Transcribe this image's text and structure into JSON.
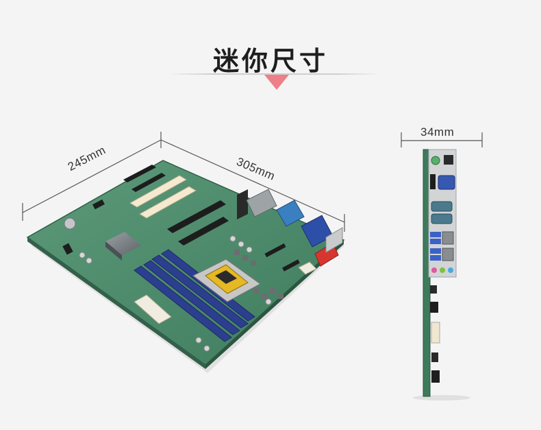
{
  "page": {
    "title": "迷你尺寸",
    "accent_color": "#ee7f88",
    "background_color": "#f4f4f4"
  },
  "dimensions": {
    "depth_label": "245mm",
    "width_label": "305mm",
    "height_label": "34mm"
  },
  "images": {
    "board_top_view": "motherboard-photo",
    "board_side_view": "io-panel-photo"
  }
}
